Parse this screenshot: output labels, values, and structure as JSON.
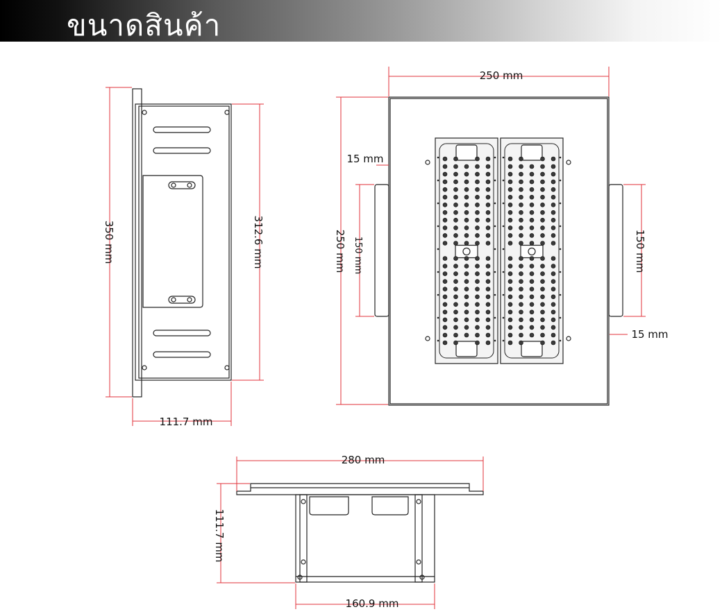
{
  "header": {
    "title": "ขนาดสินค้า"
  },
  "dimensions": {
    "side_height": "350 mm",
    "side_inner_height": "312.6 mm",
    "side_depth": "111.7 mm",
    "front_width": "250 mm",
    "front_height": "250 mm",
    "front_left_offset": "15 mm",
    "front_left_bracket": "150 mm",
    "front_right_bracket": "150 mm",
    "front_right_offset": "15 mm",
    "bottom_width": "280 mm",
    "bottom_height": "111.7 mm",
    "bottom_inner_width": "160.9 mm"
  }
}
